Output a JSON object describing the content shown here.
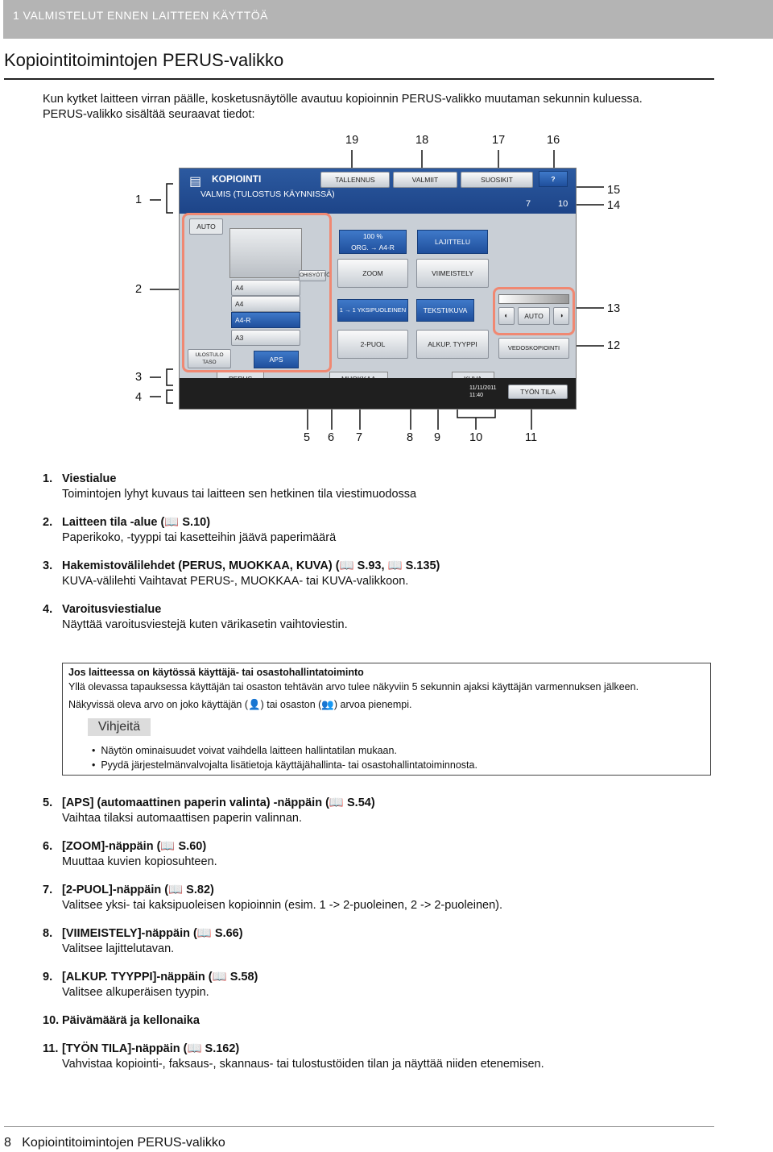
{
  "header": {
    "chapter": "1 VALMISTELUT ENNEN LAITTEEN KÄYTTÖÄ"
  },
  "title": "Kopiointitoimintojen PERUS-valikko",
  "intro": {
    "line1": "Kun kytket laitteen virran päälle, kosketusnäytölle avautuu kopioinnin PERUS-valikko muutaman sekunnin kuluessa.",
    "line2": "PERUS-valikko sisältää seuraavat tiedot:"
  },
  "callouts": {
    "top": [
      "19",
      "18",
      "17",
      "16"
    ],
    "left": [
      "1",
      "2",
      "3",
      "4"
    ],
    "right": [
      "15",
      "14",
      "13",
      "12"
    ],
    "bottom": [
      "5",
      "6",
      "7",
      "8",
      "9",
      "10",
      "11"
    ]
  },
  "screen": {
    "app": "KOPIOINTI",
    "status": "VALMIS (TULOSTUS KÄYNNISSÄ)",
    "top_buttons": [
      "TALLENNUS",
      "VALMIIT",
      "SUOSIKIT",
      "?"
    ],
    "counter": [
      "7",
      "10"
    ],
    "auto": "AUTO",
    "paper": [
      "A4",
      "A4",
      "A4-R",
      "A3"
    ],
    "ohisyotto": "OHISYÖTTÖ",
    "tulostustaso": "ULOSTULO TASO",
    "aps": "APS",
    "zoom_display": "100 %",
    "orig": "ORG.",
    "orig_to": "A4-R",
    "device": "LAJITTELU",
    "zoom": "ZOOM",
    "viimeistely": "VIIMEISTELY",
    "duplex_mode": "1 → 1 YKSIPUOLEINEN",
    "text_mode": "TEKSTI/KUVA",
    "auto_density": "AUTO",
    "puol": "2-PUOL",
    "alkup": "ALKUP. TYYPPI",
    "vedos": "VEDOSKOPIOINTI",
    "tabs": [
      "PERUS",
      "MUOKKAA",
      "KUVA"
    ],
    "date": "11/11/2011",
    "time": "11:40",
    "job": "TYÖN TILA"
  },
  "items": [
    {
      "num": "1.",
      "title": "Viestialue",
      "desc": "Toimintojen lyhyt kuvaus tai laitteen sen hetkinen tila viestimuodossa"
    },
    {
      "num": "2.",
      "title": "Laitteen tila -alue (📖 S.10)",
      "desc": "Paperikoko, -tyyppi tai kasetteihin jäävä paperimäärä"
    },
    {
      "num": "3.",
      "title": "Hakemistovälilehdet (PERUS, MUOKKAA, KUVA) (📖 S.93, 📖 S.135)",
      "desc": "KUVA-välilehti Vaihtavat PERUS-, MUOKKAA- tai KUVA-valikkoon."
    },
    {
      "num": "4.",
      "title": "Varoitusviestialue",
      "desc": "Näyttää varoitusviestejä kuten värikasetin vaihtoviestin."
    }
  ],
  "note": {
    "title": "Jos laitteessa on käytössä käyttäjä- tai osastohallintatoiminto",
    "line1": "Yllä olevassa tapauksessa käyttäjän tai osaston tehtävän arvo tulee näkyviin 5 sekunnin ajaksi käyttäjän varmennuksen jälkeen.",
    "line2a": "Näkyvissä oleva arvo on joko käyttäjän (",
    "line2b": ") tai osaston (",
    "line2c": ") arvoa pienempi.",
    "tip": "Vihjeitä",
    "bullets": [
      "Näytön ominaisuudet voivat vaihdella laitteen hallintatilan mukaan.",
      "Pyydä järjestelmänvalvojalta lisätietoja käyttäjähallinta- tai osastohallintatoiminnosta."
    ]
  },
  "items2": [
    {
      "num": "5.",
      "title": "[APS] (automaattinen paperin valinta) -näppäin (📖 S.54)",
      "desc": "Vaihtaa tilaksi automaattisen paperin valinnan."
    },
    {
      "num": "6.",
      "title": "[ZOOM]-näppäin (📖 S.60)",
      "desc": "Muuttaa kuvien kopiosuhteen."
    },
    {
      "num": "7.",
      "title": "[2-PUOL]-näppäin (📖 S.82)",
      "desc": "Valitsee yksi- tai kaksipuoleisen kopioinnin (esim. 1 -> 2-puoleinen, 2 -> 2-puoleinen)."
    },
    {
      "num": "8.",
      "title": "[VIIMEISTELY]-näppäin (📖 S.66)",
      "desc": "Valitsee lajittelutavan."
    },
    {
      "num": "9.",
      "title": "[ALKUP. TYYPPI]-näppäin (📖 S.58)",
      "desc": "Valitsee alkuperäisen tyypin."
    },
    {
      "num": "10.",
      "title": "Päivämäärä ja kellonaika",
      "desc": ""
    },
    {
      "num": "11.",
      "title": "[TYÖN TILA]-näppäin (📖 S.162)",
      "desc": "Vahvistaa kopiointi-, faksaus-, skannaus- tai tulostustöiden tilan ja näyttää niiden etenemisen."
    }
  ],
  "footer": {
    "page": "8",
    "text": "Kopiointitoimintojen PERUS-valikko"
  }
}
